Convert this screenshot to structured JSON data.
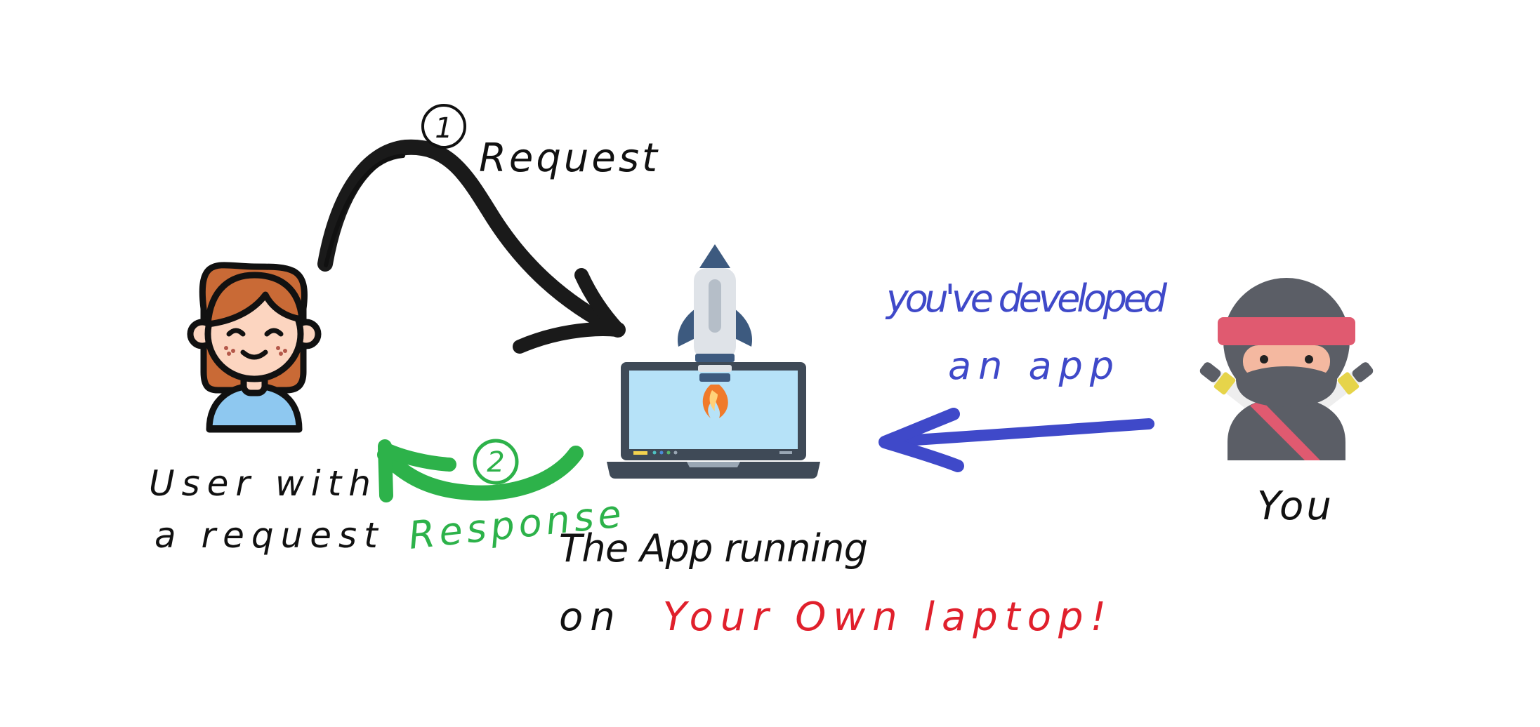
{
  "colors": {
    "ink": "#111111",
    "response_green": "#2db24a",
    "developer_blue": "#3f49c9",
    "highlight_red": "#e0202c",
    "hair": "#c96a36",
    "skin": "#fcd5c0",
    "shirt": "#8ec8f0",
    "screen": "#b6e2f8",
    "laptop_body": "#3f4a57",
    "rocket_blue": "#3d5a7f",
    "ninja_gray": "#5b5e66",
    "headband": "#e05a70",
    "flame": "#f07a2a"
  },
  "nodes": {
    "user": {
      "icon": "girl-avatar-icon",
      "label_line1": "User with",
      "label_line2": "a request"
    },
    "app": {
      "icon": "laptop-rocket-icon",
      "label_line1": "The App running",
      "label_line2_prefix": "on",
      "label_line2_highlight": "Your Own laptop!"
    },
    "developer": {
      "icon": "ninja-avatar-icon",
      "label": "You"
    }
  },
  "edges": {
    "request": {
      "number": "1",
      "label": "Request"
    },
    "response": {
      "number": "2",
      "label": "Response"
    },
    "developed": {
      "label_line1": "you've developed",
      "label_line2": "an app"
    }
  }
}
